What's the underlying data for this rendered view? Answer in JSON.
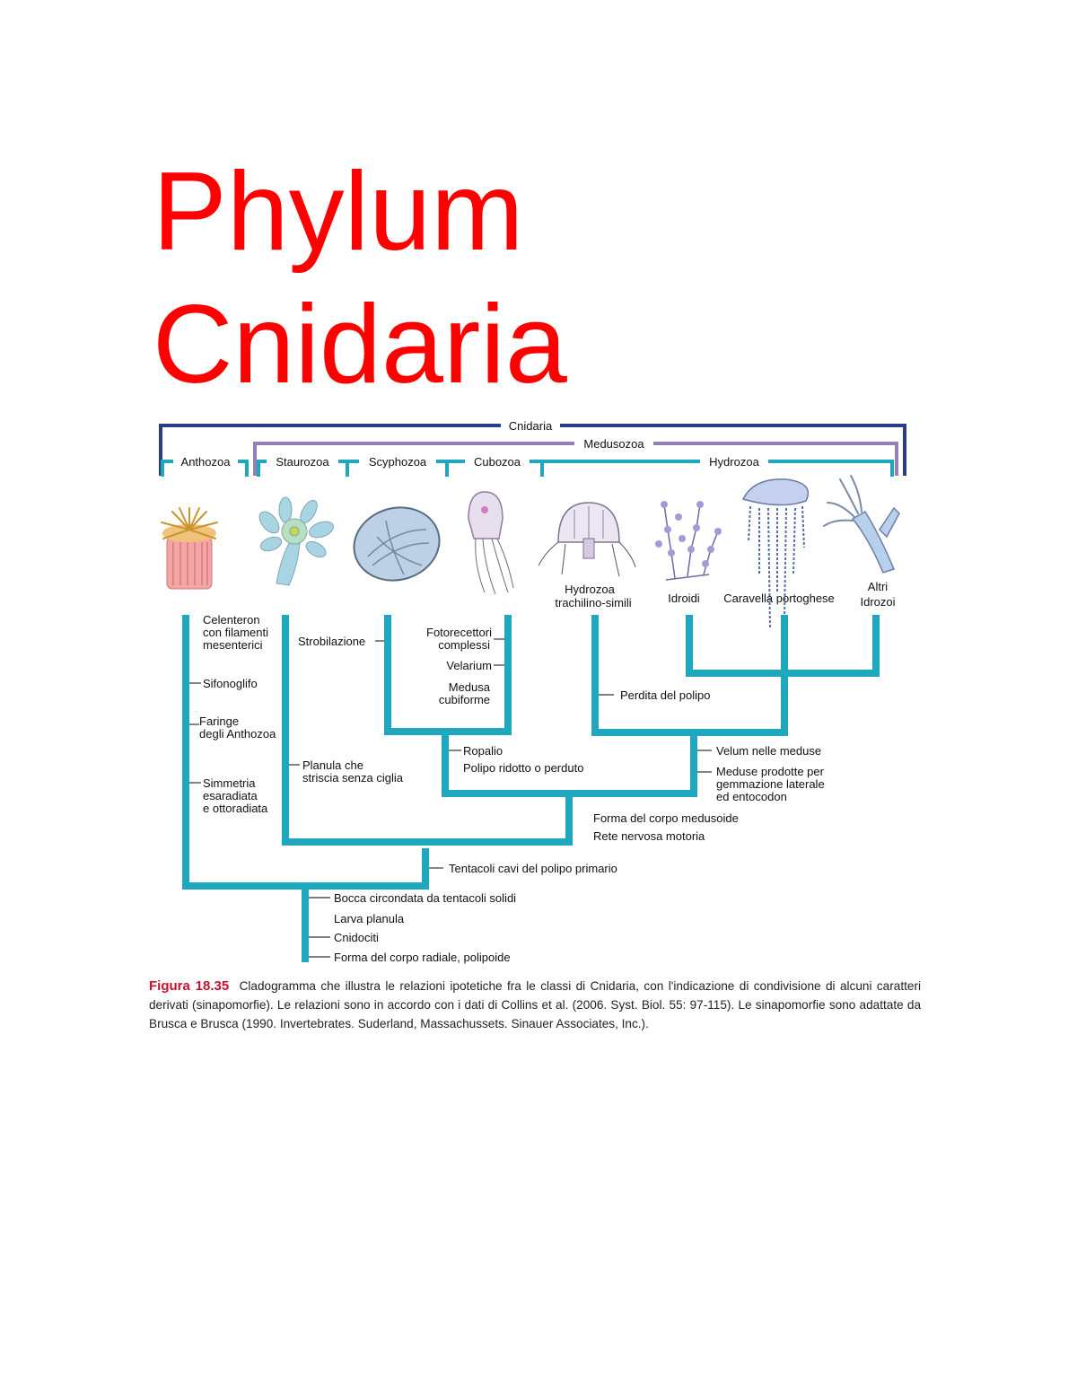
{
  "title": {
    "line1": "Phylum",
    "line2": "Cnidaria"
  },
  "colors": {
    "title": "#ff0000",
    "cnidaria": "#2a3c8c",
    "medusozoa": "#9480b4",
    "teal": "#1fa8bd",
    "tree": "#1fa8bd",
    "caption_label": "#c8102e"
  },
  "groups": {
    "cnidaria": "Cnidaria",
    "medusozoa": "Medusozoa",
    "anthozoa": "Anthozoa",
    "staurozoa": "Staurozoa",
    "scyphozoa": "Scyphozoa",
    "cubozoa": "Cubozoa",
    "hydrozoa": "Hydrozoa"
  },
  "taxa": {
    "hydrozoa_l1": "Hydrozoa",
    "hydrozoa_l2": "trachilino-simili",
    "idroidi": "Idroidi",
    "caravella": "Caravella portoghese",
    "altri_l1": "Altri",
    "altri_l2": "Idrozoi"
  },
  "illustrations": [
    "sea-anemone-icon",
    "staurozoan-icon",
    "scyphozoan-jellyfish-icon",
    "box-jellyfish-icon",
    "hydromedusa-icon",
    "hydroid-colony-icon",
    "portuguese-man-of-war-icon",
    "hydra-icon"
  ],
  "characters": {
    "anthozoa": [
      "Celenteron",
      "con filamenti",
      "mesenterici",
      "Sifonoglifo",
      "Faringe",
      "degli Anthozoa",
      "Simmetria",
      "esaradiata",
      "e ottoradiata"
    ],
    "staurozoa": [
      "Planula che",
      "striscia senza ciglia"
    ],
    "scyphozoa": [
      "Strobilazione"
    ],
    "cubozoa": [
      "Fotorecettori",
      "complessi",
      "Velarium",
      "Medusa",
      "cubiforme"
    ],
    "hydro_trach": [
      "Perdita del polipo"
    ],
    "scy_cubo": [
      "Ropalio",
      "Polipo ridotto o perduto"
    ],
    "hydrozoa": [
      "Velum nelle meduse",
      "Meduse prodotte per",
      "gemmazione laterale",
      "ed entocodon"
    ],
    "medusozoa_inner": [
      "Forma del corpo medusoide",
      "Rete nervosa motoria"
    ],
    "medusozoa": [
      "Tentacoli cavi del polipo primario"
    ],
    "cnidaria": [
      "Bocca circondata da tentacoli solidi",
      "Larva planula",
      "Cnidociti",
      "Forma del corpo radiale, polipoide"
    ]
  },
  "caption": {
    "label": "Figura 18.35",
    "text": "Cladogramma che illustra le relazioni ipotetiche fra le classi di Cnidaria, con l'indicazione di condivisione di alcuni caratteri derivati (sinapomorfie). Le relazioni sono in accordo con i dati di Collins et al. (2006. Syst. Biol. 55: 97-115). Le sinapomorfie sono adattate da Brusca e Brusca (1990. Invertebrates. Suderland, Massachussets. Sinauer Associates, Inc.)."
  }
}
